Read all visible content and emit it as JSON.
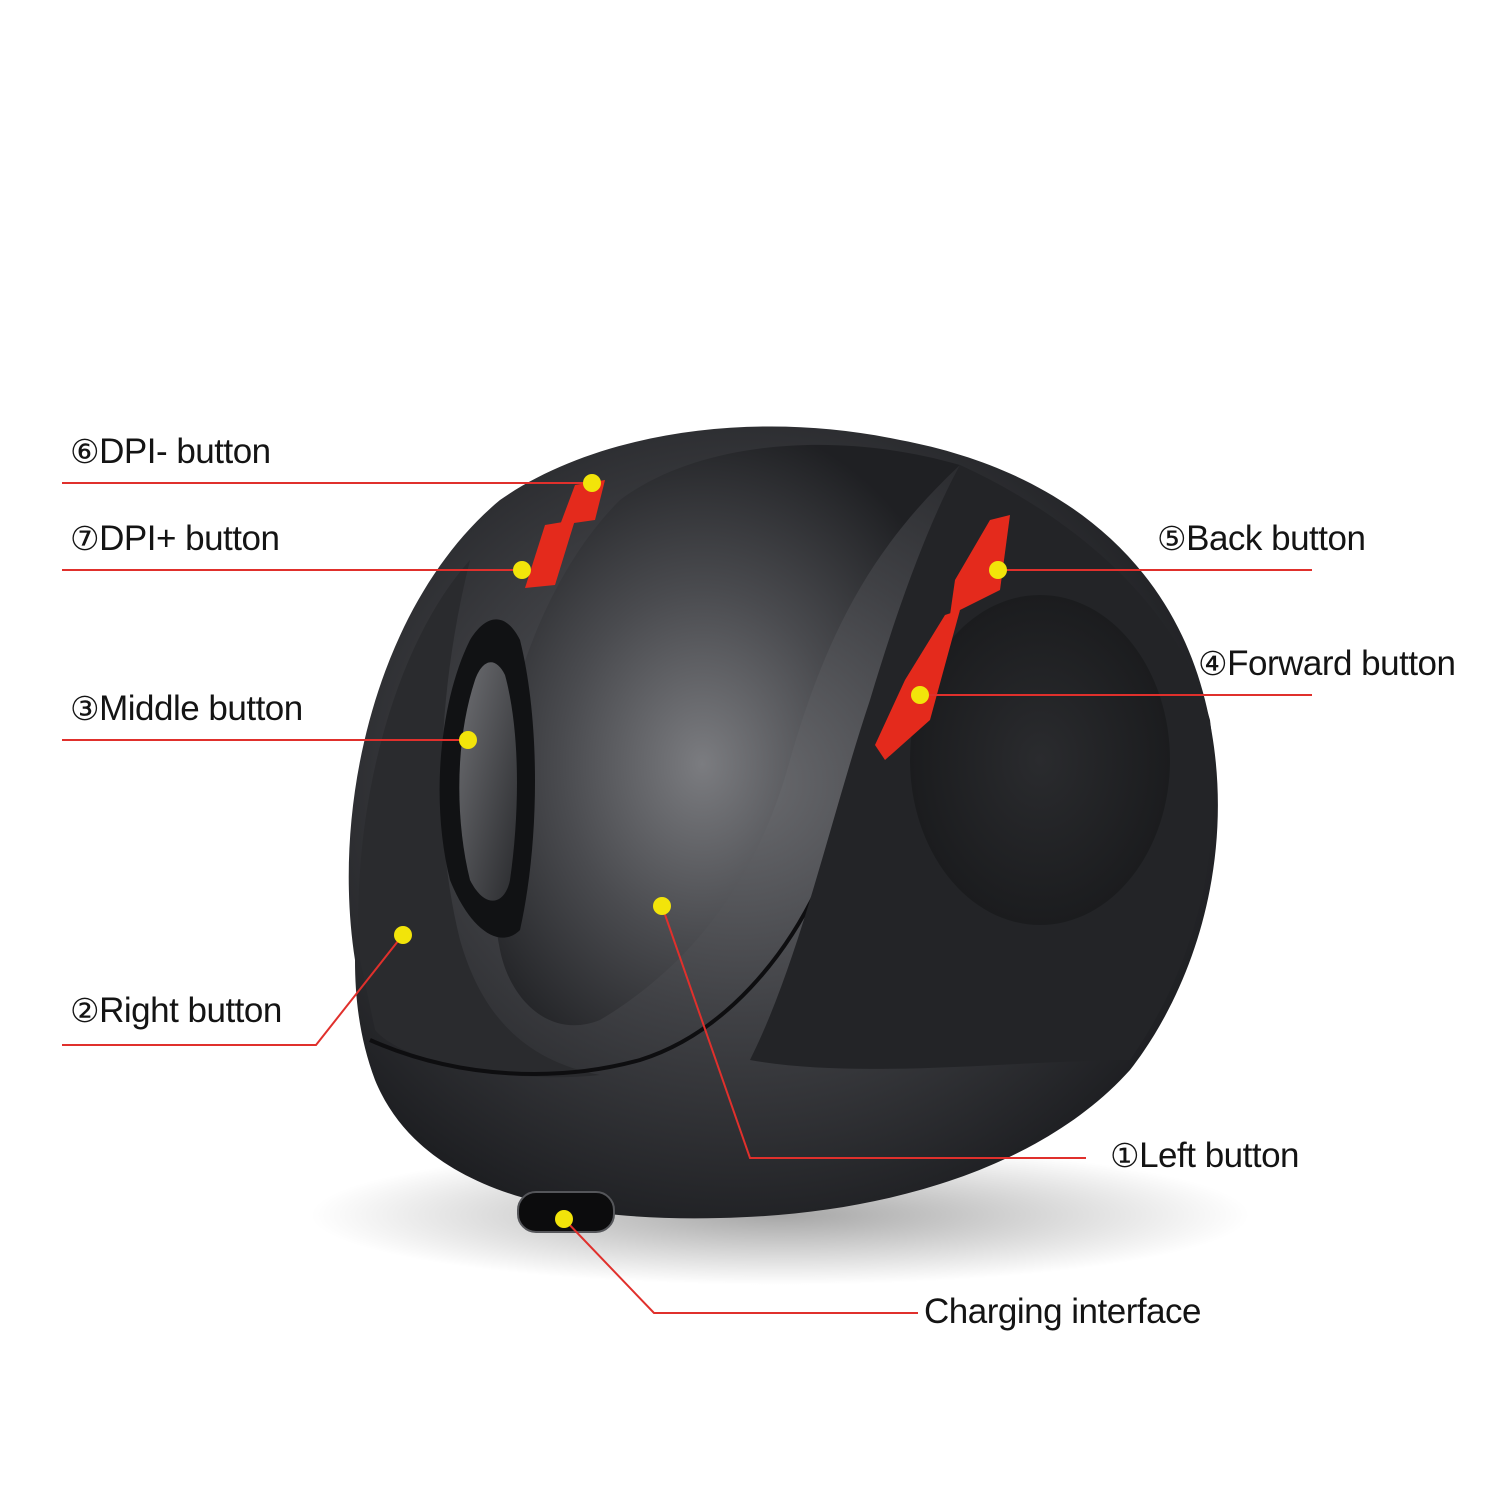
{
  "colors": {
    "callout_line": "#e0302c",
    "callout_dot": "#f2e40a",
    "mouse_body": "#2f3033",
    "accent_buttons": "#e42a1c"
  },
  "labels": {
    "dpi_minus": {
      "num": "⑥",
      "text": "DPI- button"
    },
    "dpi_plus": {
      "num": "⑦",
      "text": "DPI+ button"
    },
    "middle": {
      "num": "③",
      "text": "Middle button"
    },
    "right": {
      "num": "②",
      "text": "Right button"
    },
    "back": {
      "num": "⑤",
      "text": "Back button"
    },
    "forward": {
      "num": "④",
      "text": "Forward button"
    },
    "left": {
      "num": "①",
      "text": "Left button"
    },
    "charging": {
      "num": "",
      "text": "Charging interface"
    }
  }
}
